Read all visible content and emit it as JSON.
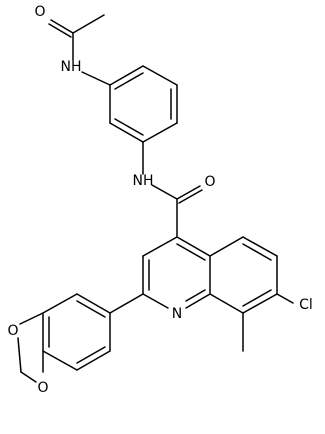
{
  "structure": {
    "atom_labels": {
      "o_acetyl": "O",
      "nh_acetyl": "NH",
      "nh_amide": "NH",
      "o_amide": "O",
      "n_quinoline": "N",
      "cl": "Cl",
      "o_dioxole_top": "O",
      "o_dioxole_bottom": "O"
    }
  }
}
